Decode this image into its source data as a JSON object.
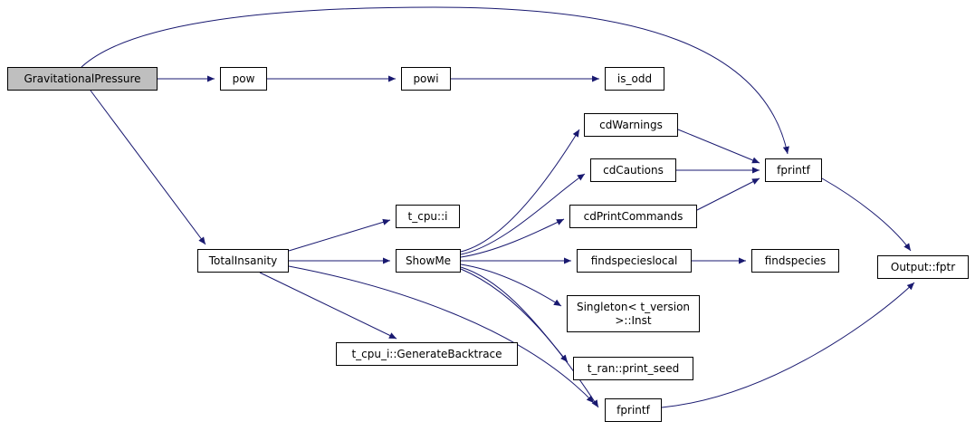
{
  "diagram": {
    "type": "call-graph",
    "colors": {
      "edge": "#191970",
      "node_border": "#000000",
      "node_fill": "#ffffff",
      "highlight_fill": "#bfbfbf",
      "background": "#ffffff"
    },
    "nodes": [
      {
        "id": "GravitationalPressure",
        "label": "GravitationalPressure",
        "highlighted": true
      },
      {
        "id": "pow",
        "label": "pow"
      },
      {
        "id": "powi",
        "label": "powi"
      },
      {
        "id": "is_odd",
        "label": "is_odd"
      },
      {
        "id": "cdWarnings",
        "label": "cdWarnings"
      },
      {
        "id": "cdCautions",
        "label": "cdCautions"
      },
      {
        "id": "fprintf_top",
        "label": "fprintf"
      },
      {
        "id": "cdPrintCommands",
        "label": "cdPrintCommands"
      },
      {
        "id": "t_cpu_i_accessor",
        "label": "t_cpu::i"
      },
      {
        "id": "TotalInsanity",
        "label": "TotalInsanity"
      },
      {
        "id": "ShowMe",
        "label": "ShowMe"
      },
      {
        "id": "findspecieslocal",
        "label": "findspecieslocal"
      },
      {
        "id": "findspecies",
        "label": "findspecies"
      },
      {
        "id": "Output_fptr",
        "label": "Output::fptr"
      },
      {
        "id": "Singleton_Inst",
        "label": "Singleton< t_version >::Inst"
      },
      {
        "id": "GenerateBacktrace",
        "label": "t_cpu_i::GenerateBacktrace"
      },
      {
        "id": "print_seed",
        "label": "t_ran::print_seed"
      },
      {
        "id": "fprintf_bottom",
        "label": "fprintf"
      }
    ],
    "edges": [
      {
        "from": "GravitationalPressure",
        "to": "pow"
      },
      {
        "from": "GravitationalPressure",
        "to": "fprintf_top"
      },
      {
        "from": "GravitationalPressure",
        "to": "TotalInsanity"
      },
      {
        "from": "pow",
        "to": "powi"
      },
      {
        "from": "powi",
        "to": "is_odd"
      },
      {
        "from": "TotalInsanity",
        "to": "t_cpu_i_accessor"
      },
      {
        "from": "TotalInsanity",
        "to": "ShowMe"
      },
      {
        "from": "TotalInsanity",
        "to": "GenerateBacktrace"
      },
      {
        "from": "TotalInsanity",
        "to": "fprintf_bottom"
      },
      {
        "from": "ShowMe",
        "to": "cdWarnings"
      },
      {
        "from": "ShowMe",
        "to": "cdCautions"
      },
      {
        "from": "ShowMe",
        "to": "cdPrintCommands"
      },
      {
        "from": "ShowMe",
        "to": "findspecieslocal"
      },
      {
        "from": "ShowMe",
        "to": "Singleton_Inst"
      },
      {
        "from": "ShowMe",
        "to": "print_seed"
      },
      {
        "from": "ShowMe",
        "to": "fprintf_bottom"
      },
      {
        "from": "cdWarnings",
        "to": "fprintf_top"
      },
      {
        "from": "cdCautions",
        "to": "fprintf_top"
      },
      {
        "from": "cdPrintCommands",
        "to": "fprintf_top"
      },
      {
        "from": "findspecieslocal",
        "to": "findspecies"
      },
      {
        "from": "fprintf_top",
        "to": "Output_fptr"
      },
      {
        "from": "fprintf_bottom",
        "to": "Output_fptr"
      }
    ]
  }
}
